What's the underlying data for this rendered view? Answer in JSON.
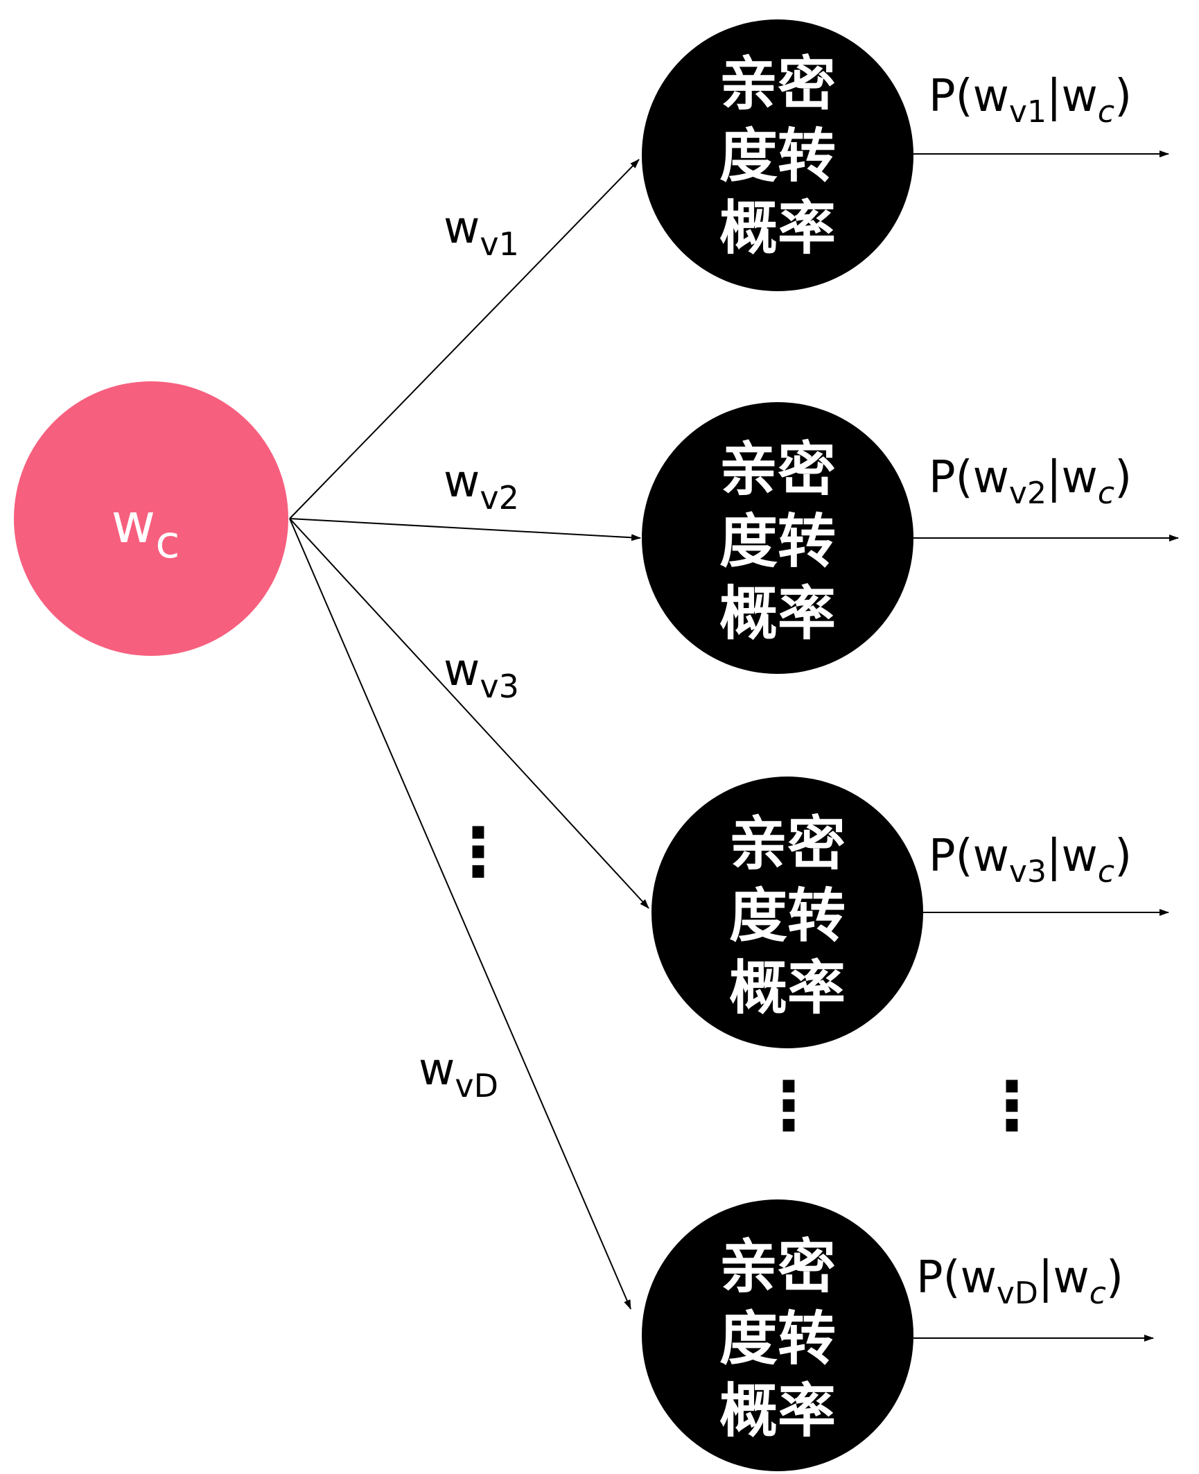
{
  "source_node": {
    "main": "w",
    "sub": "c",
    "color": "#f75f7e"
  },
  "targets": [
    {
      "line1": "亲密",
      "line2": "度转",
      "line3": "概率",
      "edge_main": "w",
      "edge_sub": "v1",
      "out_prefix": "P(w",
      "out_sub1": "v1",
      "out_mid": "|w",
      "out_sub2": "c",
      "out_suffix": ")"
    },
    {
      "line1": "亲密",
      "line2": "度转",
      "line3": "概率",
      "edge_main": "w",
      "edge_sub": "v2",
      "out_prefix": "P(w",
      "out_sub1": "v2",
      "out_mid": "|w",
      "out_sub2": "c",
      "out_suffix": ")"
    },
    {
      "line1": "亲密",
      "line2": "度转",
      "line3": "概率",
      "edge_main": "w",
      "edge_sub": "v3",
      "out_prefix": "P(w",
      "out_sub1": "v3",
      "out_mid": "|w",
      "out_sub2": "c",
      "out_suffix": ")"
    },
    {
      "line1": "亲密",
      "line2": "度转",
      "line3": "概率",
      "edge_main": "w",
      "edge_sub": "vD",
      "out_prefix": "P(w",
      "out_sub1": "vD",
      "out_mid": "|w",
      "out_sub2": "c",
      "out_suffix": ")"
    }
  ],
  "ellipsis": "⋮",
  "colors": {
    "node_fill": "#000000",
    "edge": "#000000",
    "node_text": "#ffffff"
  }
}
